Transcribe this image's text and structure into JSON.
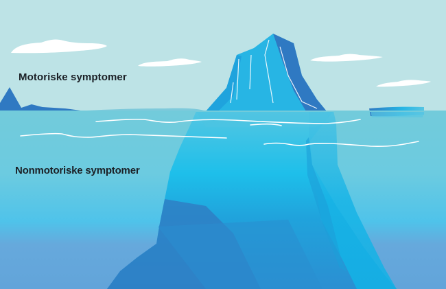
{
  "diagram": {
    "type": "iceberg-illustration",
    "labels": {
      "above_water": "Motoriske symptomer",
      "below_water": "Nonmotoriske symptomer"
    },
    "colors": {
      "sky": "#bde3e6",
      "water_surface": "#71cbdb",
      "water_mid": "#4ec2e6",
      "water_deep": "#64a6d9",
      "iceberg_light": "#27b5e4",
      "iceberg_mid": "#1fa3dd",
      "iceberg_dark": "#2f79c2",
      "cloud": "#ffffff",
      "wave_line": "#ffffff",
      "text": "#1b2026"
    }
  }
}
